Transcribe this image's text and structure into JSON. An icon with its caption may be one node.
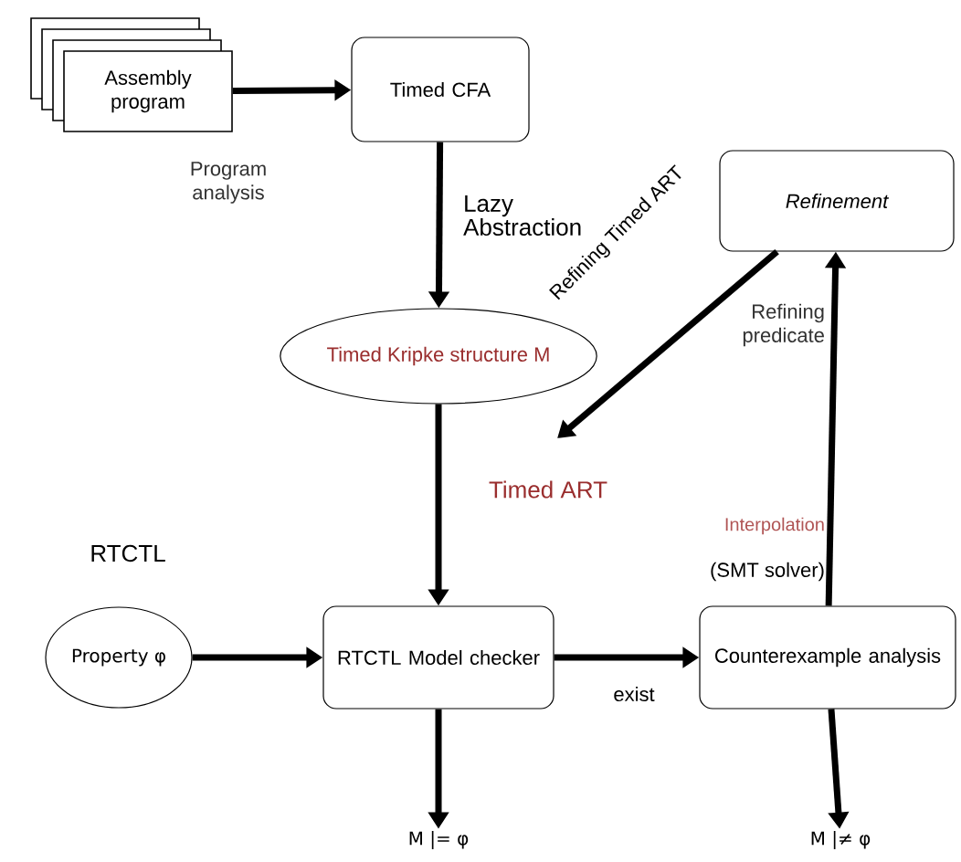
{
  "diagram": {
    "nodes": [
      {
        "text": [
          "Assembly program"
        ]
      },
      {
        "text": [
          "Timed CFA"
        ]
      },
      {
        "text": [
          "Timed Kripke structure M"
        ]
      },
      {
        "text": [
          "Refinement"
        ]
      },
      {
        "text": [
          "Property φ"
        ],
        "beside": [
          "RTCTL"
        ]
      },
      {
        "text": [
          "RTCTL Model checker"
        ]
      },
      {
        "text": [
          "Counterexample analysis"
        ]
      },
      {
        "text": [
          "M |= φ"
        ]
      },
      {
        "text": [
          "M |≠ φ"
        ]
      }
    ],
    "edges": [
      {
        "from": 0,
        "to": 1,
        "arrow": "to",
        "label": "Program analysis"
      },
      {
        "from": 1,
        "to": 2,
        "arrow": "to",
        "label": "Lazy Abstraction"
      },
      {
        "from": 3,
        "to": null,
        "arrow": "to",
        "label": "Refining Timed ART"
      },
      {
        "from": 2,
        "to": 5,
        "arrow": "to",
        "label": "Timed ART"
      },
      {
        "from": 4,
        "to": 5,
        "arrow": "to"
      },
      {
        "from": 5,
        "to": 6,
        "arrow": "to",
        "label": "exist"
      },
      {
        "from": 6,
        "to": 3,
        "arrow": "to",
        "label": "Refining predicate"
      },
      {
        "from": 5,
        "to": 7,
        "arrow": "to"
      },
      {
        "from": 6,
        "to": 8,
        "arrow": "to"
      }
    ],
    "labels": [
      "Interpolation",
      "(SMT solver)"
    ]
  }
}
